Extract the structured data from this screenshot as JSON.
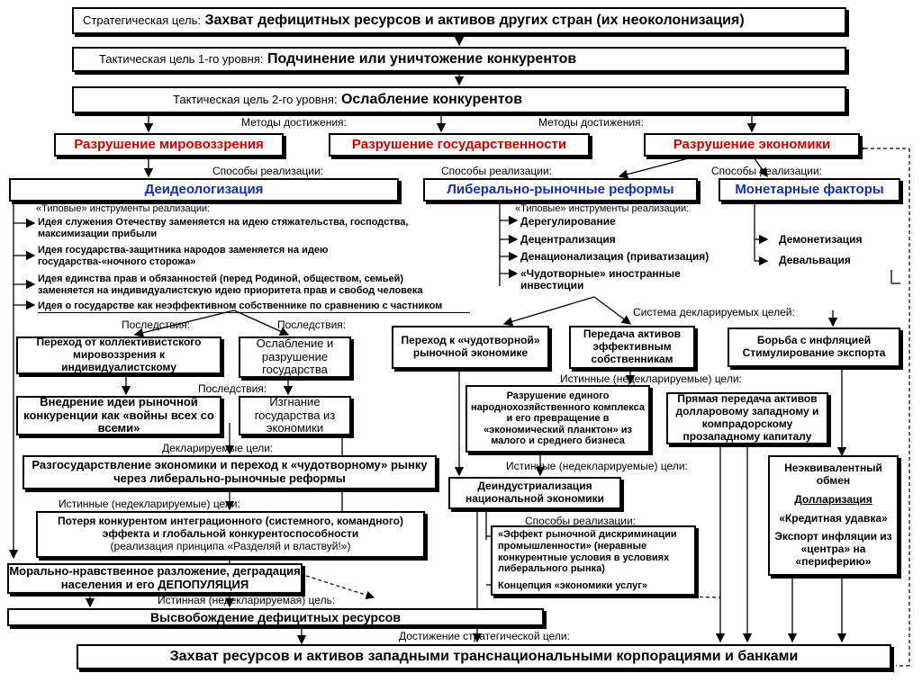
{
  "top": {
    "strategic_prefix": "Стратегическая цель:",
    "strategic_text": "Захват дефицитных ресурсов и активов других стран (их неоколонизация)",
    "tactic1_prefix": "Тактическая цель 1-го уровня:",
    "tactic1_text": "Подчинение или уничтожение конкурентов",
    "tactic2_prefix": "Тактическая цель 2-го уровня:",
    "tactic2_text": "Ослабление конкурентов"
  },
  "methods_label": "Методы достижения:",
  "methods": {
    "worldview": "Разрушение мировоззрения",
    "statehood": "Разрушение государственности",
    "economy": "Разрушение экономики"
  },
  "ways_label": "Способы реализации:",
  "ways": {
    "deideologization": "Деидеологизация",
    "liberal_reforms": "Либерально-рыночные реформы",
    "monetary": "Монетарные факторы"
  },
  "typical_tools_label": "«Типовые» инструменты реализации:",
  "deideol_items": [
    "Идея служения Отечеству заменяется на идею стяжательства, господства, максимизации прибыли",
    "Идея государства-защитника народов заменяется на идею государства-«ночного сторожа»",
    "Идея единства прав и обязанностей (перед Родиной, обществом, семьей) заменяется на индивидуалистскую идею приоритета прав и свобод человека",
    "Идея о государстве как неэффективном собственнике по сравнению с частником"
  ],
  "liberal_items": [
    "Дерегулирование",
    "Децентрализация",
    "Денационализация (приватизация)",
    "«Чудотворные» иностранные инвестиции"
  ],
  "monetary_items": [
    "Демонетизация",
    "Девальвация"
  ],
  "consequences_label": "Последствия:",
  "consequences": {
    "c1": "Переход от коллективистского мировоззрения к индивидуалистскому",
    "c2": "Ослабление и разрушение государства",
    "c3": "Внедрение идеи рыночной конкуренции как «войны всех со всеми»",
    "c4": "Изгнание государства из экономики"
  },
  "declared_goals_label": "Декларируемые цели:",
  "destatization": "Разгосударствление экономики и переход к «чудотворному» рынку через либерально-рыночные реформы",
  "true_goals_label": "Истинные (недекларируемые) цели:",
  "loss_box": {
    "main": "Потеря конкурентом интеграционного (системного, командного) эффекта и глобальной конкурентоспособности",
    "sub": "(реализация принципа «Разделяй и властвуй!»)"
  },
  "moral_decay": "Морально-нравственное разложение, деградация населения и его ДЕПОПУЛЯЦИЯ",
  "true_goal_label": "Истинная (недекларируемая) цель:",
  "release": "Высвобождение дефицитных ресурсов",
  "achievement_label": "Достижение стратегической цели:",
  "capture": "Захват ресурсов и активов западными транснациональными корпорациями и банками",
  "declared_system_label": "Система декларируемых целей:",
  "decl": {
    "transition": "Переход к «чудотворной» рыночной экономике",
    "transfer": "Передача активов эффективным собственникам",
    "inflation": "Борьба с инфляцией Стимулирование экспорта"
  },
  "destruction_complex": "Разрушение единого народнохозяйственного комплекса и его превращение в «экономический планктон» из малого и среднего бизнеса",
  "direct_transfer": "Прямая передача активов долларовому западному и компрадорскому прозападному капиталу",
  "deindustrialization": "Деиндустриализация национальной экономики",
  "deind_items": [
    "«Эффект рыночной дискриминации промышленности» (неравные конкурентные условия в условиях либерального рынка)",
    "Концепция «экономики услуг»"
  ],
  "right_items": [
    "Неэквивалентный обмен",
    "Долларизация",
    "«Кредитная удавка»",
    "Экспорт инфляции из «центра» на «периферию»"
  ]
}
